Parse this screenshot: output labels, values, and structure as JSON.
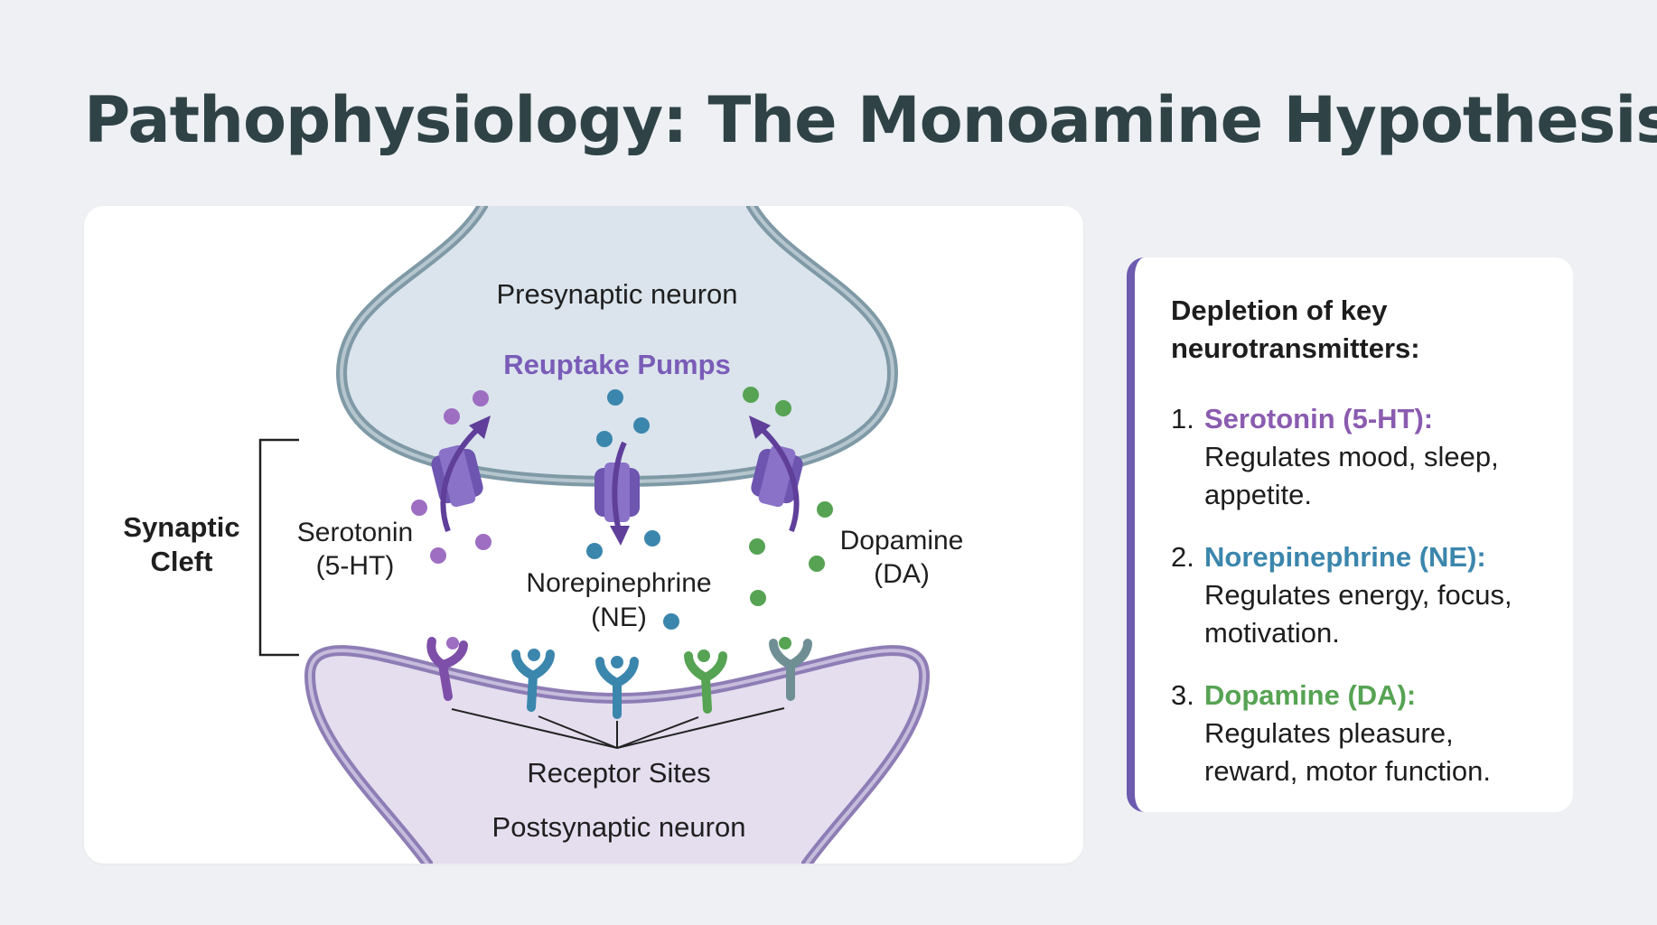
{
  "title": "Pathophysiology: The Monoamine Hypothesis",
  "colors": {
    "serotonin": "#8a5cb0",
    "norepinephrine": "#3b86ad",
    "dopamine": "#56a353",
    "pump": "#6d55b0",
    "presynaptic_fill": "#dbe4ec",
    "presynaptic_stroke": "#7f9aa6",
    "postsynaptic_fill": "#e4deef",
    "postsynaptic_stroke": "#8e7db5",
    "receptor_grey": "#6f8f95",
    "title": "#2f4347"
  },
  "diagram": {
    "presynaptic_label": "Presynaptic neuron",
    "reuptake_label": "Reuptake Pumps",
    "cleft_label_line1": "Synaptic",
    "cleft_label_line2": "Cleft",
    "serotonin_line1": "Serotonin",
    "serotonin_line2": "(5-HT)",
    "norepinephrine_line1": "Norepinephrine",
    "norepinephrine_line2": "(NE)",
    "dopamine_line1": "Dopamine",
    "dopamine_line2": "(DA)",
    "receptor_label": "Receptor Sites",
    "postsynaptic_label": "Postsynaptic neuron"
  },
  "info": {
    "heading_line1": "Depletion of key",
    "heading_line2": "neurotransmitters:",
    "items": [
      {
        "number": "1.",
        "name": "Serotonin (5-HT):",
        "desc_line1": "Regulates mood, sleep,",
        "desc_line2": "appetite."
      },
      {
        "number": "2.",
        "name": "Norepinephrine (NE):",
        "desc_line1": "Regulates energy, focus,",
        "desc_line2": "motivation."
      },
      {
        "number": "3.",
        "name": "Dopamine (DA):",
        "desc_line1": "Regulates pleasure,",
        "desc_line2": "reward, motor function."
      }
    ]
  }
}
